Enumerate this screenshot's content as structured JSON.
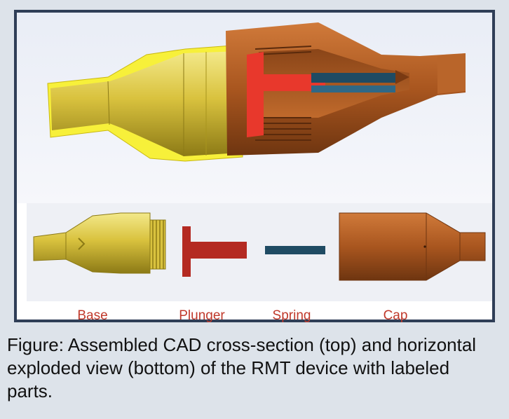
{
  "labels": {
    "base": "Base",
    "plunger": "Plunger",
    "spring": "Spring",
    "cap": "Cap"
  },
  "caption": "Figure: Assembled CAD cross-section (top) and horizontal exploded view (bottom) of the RMT device with labeled parts.",
  "colors": {
    "frame": "#2f3e57",
    "label_text": "#c0392b",
    "base": "#d9c64a",
    "base_cut": "#f7f03a",
    "plunger": "#e8382c",
    "spring": "#1f4b63",
    "cap": "#a9561f"
  }
}
